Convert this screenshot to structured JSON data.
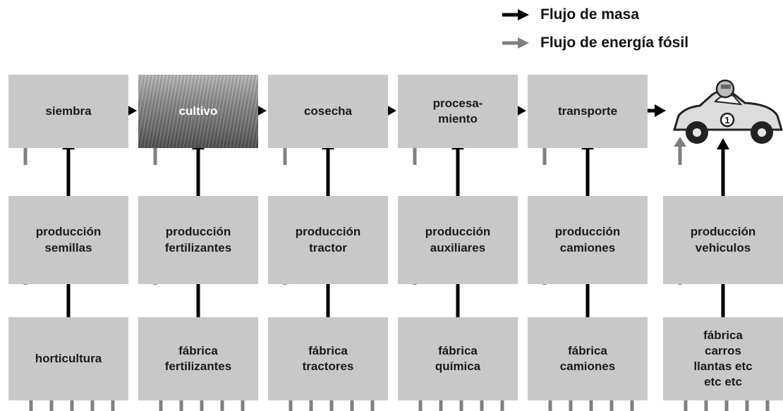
{
  "legend": {
    "mass_flow": "Flujo de masa",
    "fossil_energy_flow": "Flujo de energía fósil",
    "mass_color": "#000000",
    "energy_color": "#808080"
  },
  "colors": {
    "box": "#c8c8c8"
  },
  "rows": {
    "process": [
      "siembra",
      "cultivo",
      "cosecha",
      "procesa-\nmiento",
      "transporte",
      ""
    ],
    "production": [
      "producción\nsemillas",
      "producción\nfertilizantes",
      "producción\ntractor",
      "producción\nauxiliares",
      "producción\ncamiones",
      "producción\nvehiculos"
    ],
    "factory": [
      "horticultura",
      "fábrica\nfertilizantes",
      "fábrica\ntractores",
      "fábrica\nquímica",
      "fábrica\ncamiones",
      "fábrica\ncarros\nllantas etc\netc etc"
    ]
  },
  "car": {
    "icon": "race-car-icon",
    "number": "1"
  }
}
